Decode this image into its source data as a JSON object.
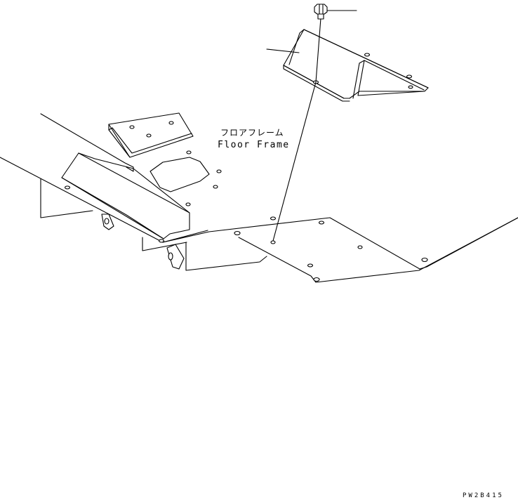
{
  "labels": {
    "part_name_jp": "フロアフレーム",
    "part_name_en": "Floor Frame",
    "drawing_code": "PW2B415"
  },
  "colors": {
    "line": "#000000",
    "background": "#ffffff"
  }
}
